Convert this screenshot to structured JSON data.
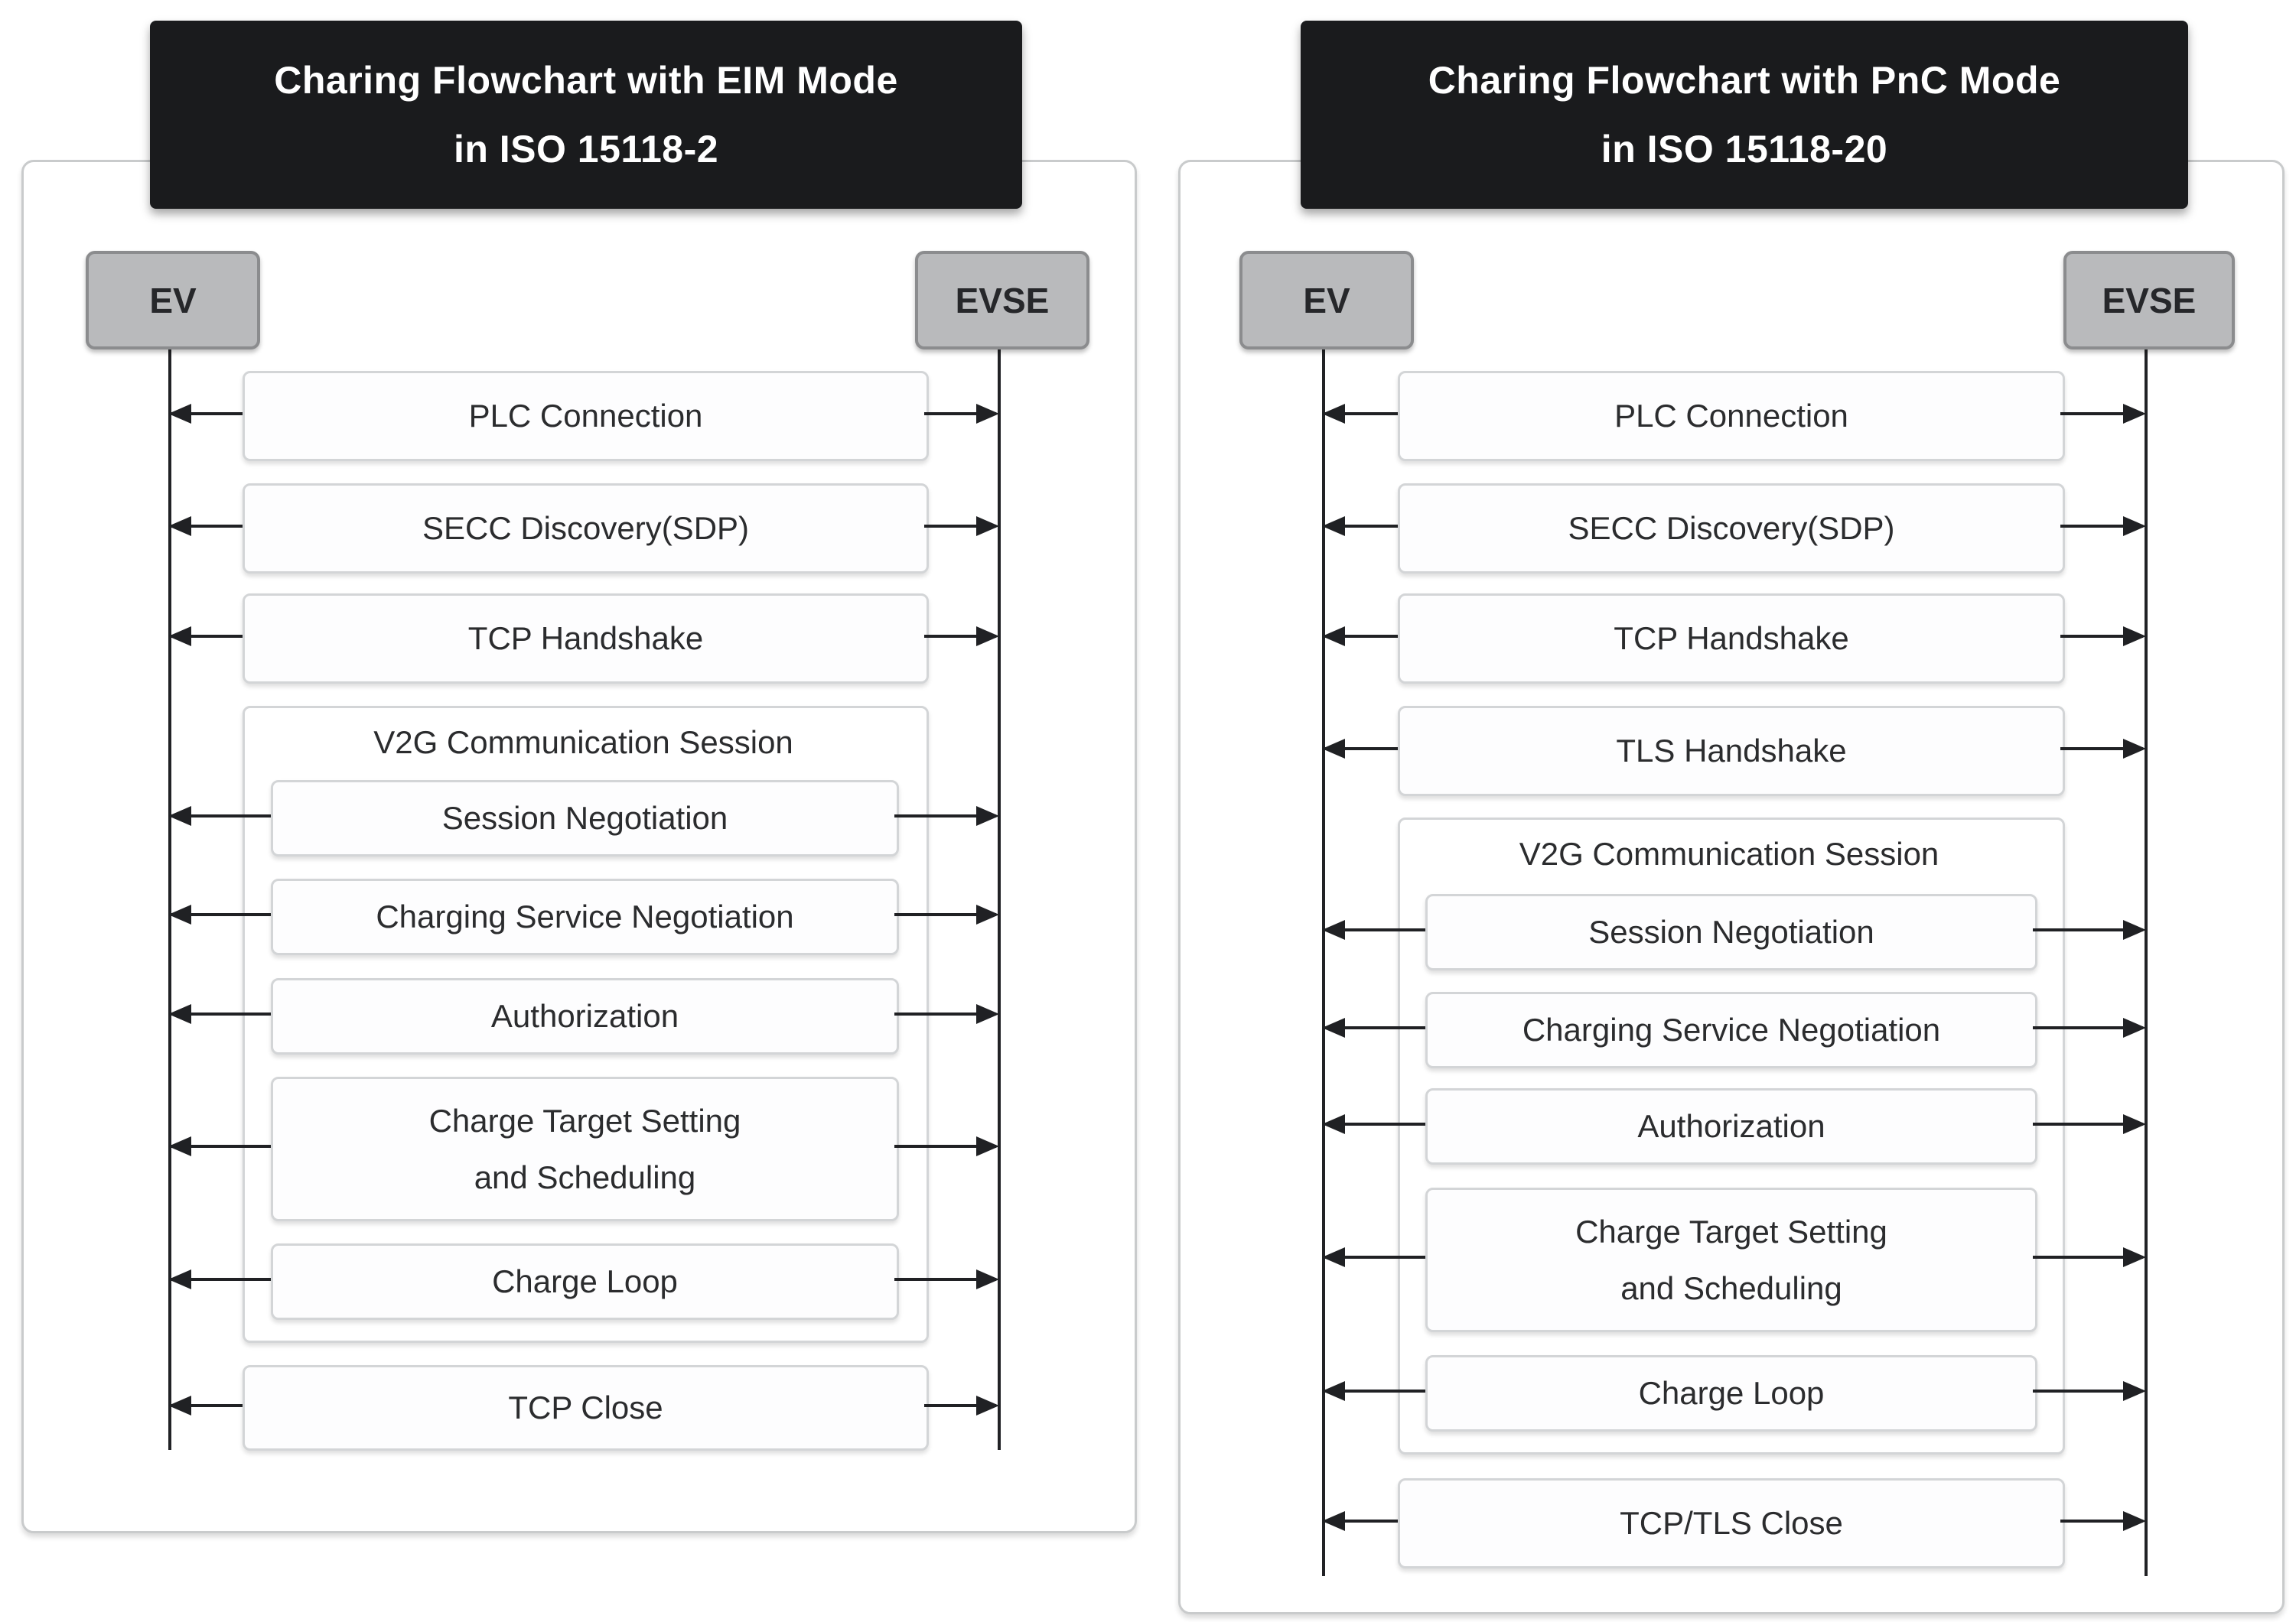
{
  "figure": {
    "eim": {
      "title": {
        "line1": "Charing Flowchart with EIM Mode",
        "line2": "in ISO 15118-2"
      },
      "actors": {
        "ev": "EV",
        "evse": "EVSE"
      },
      "steps": {
        "plc": "PLC Connection",
        "secc": "SECC Discovery(SDP)",
        "tcp": "TCP Handshake",
        "v2g_label": "V2G Communication Session",
        "session": "Session Negotiation",
        "charging_service": "Charging Service Negotiation",
        "authorization": "Authorization",
        "charge_target": {
          "line1": "Charge Target Setting",
          "line2": "and Scheduling"
        },
        "charge_loop": "Charge Loop",
        "close": "TCP Close"
      }
    },
    "pnc": {
      "title": {
        "line1": "Charing Flowchart with PnC Mode",
        "line2": "in ISO 15118-20"
      },
      "actors": {
        "ev": "EV",
        "evse": "EVSE"
      },
      "steps": {
        "plc": "PLC Connection",
        "secc": "SECC Discovery(SDP)",
        "tcp": "TCP Handshake",
        "tls": "TLS Handshake",
        "v2g_label": "V2G Communication Session",
        "session": "Session Negotiation",
        "charging_service": "Charging Service Negotiation",
        "authorization": "Authorization",
        "charge_target": {
          "line1": "Charge Target Setting",
          "line2": "and Scheduling"
        },
        "charge_loop": "Charge Loop",
        "close": "TCP/TLS Close"
      }
    },
    "colors": {
      "title_bg": "#1a1b1d",
      "title_text": "#ffffff",
      "actor_bg": "#b9babc",
      "actor_border": "#8b8c8e",
      "step_bg": "#fdfdfe",
      "step_border": "#d3d5d7",
      "panel_border": "#c9cbcc",
      "arrow": "#202124",
      "text": "#2b2c2e"
    }
  }
}
